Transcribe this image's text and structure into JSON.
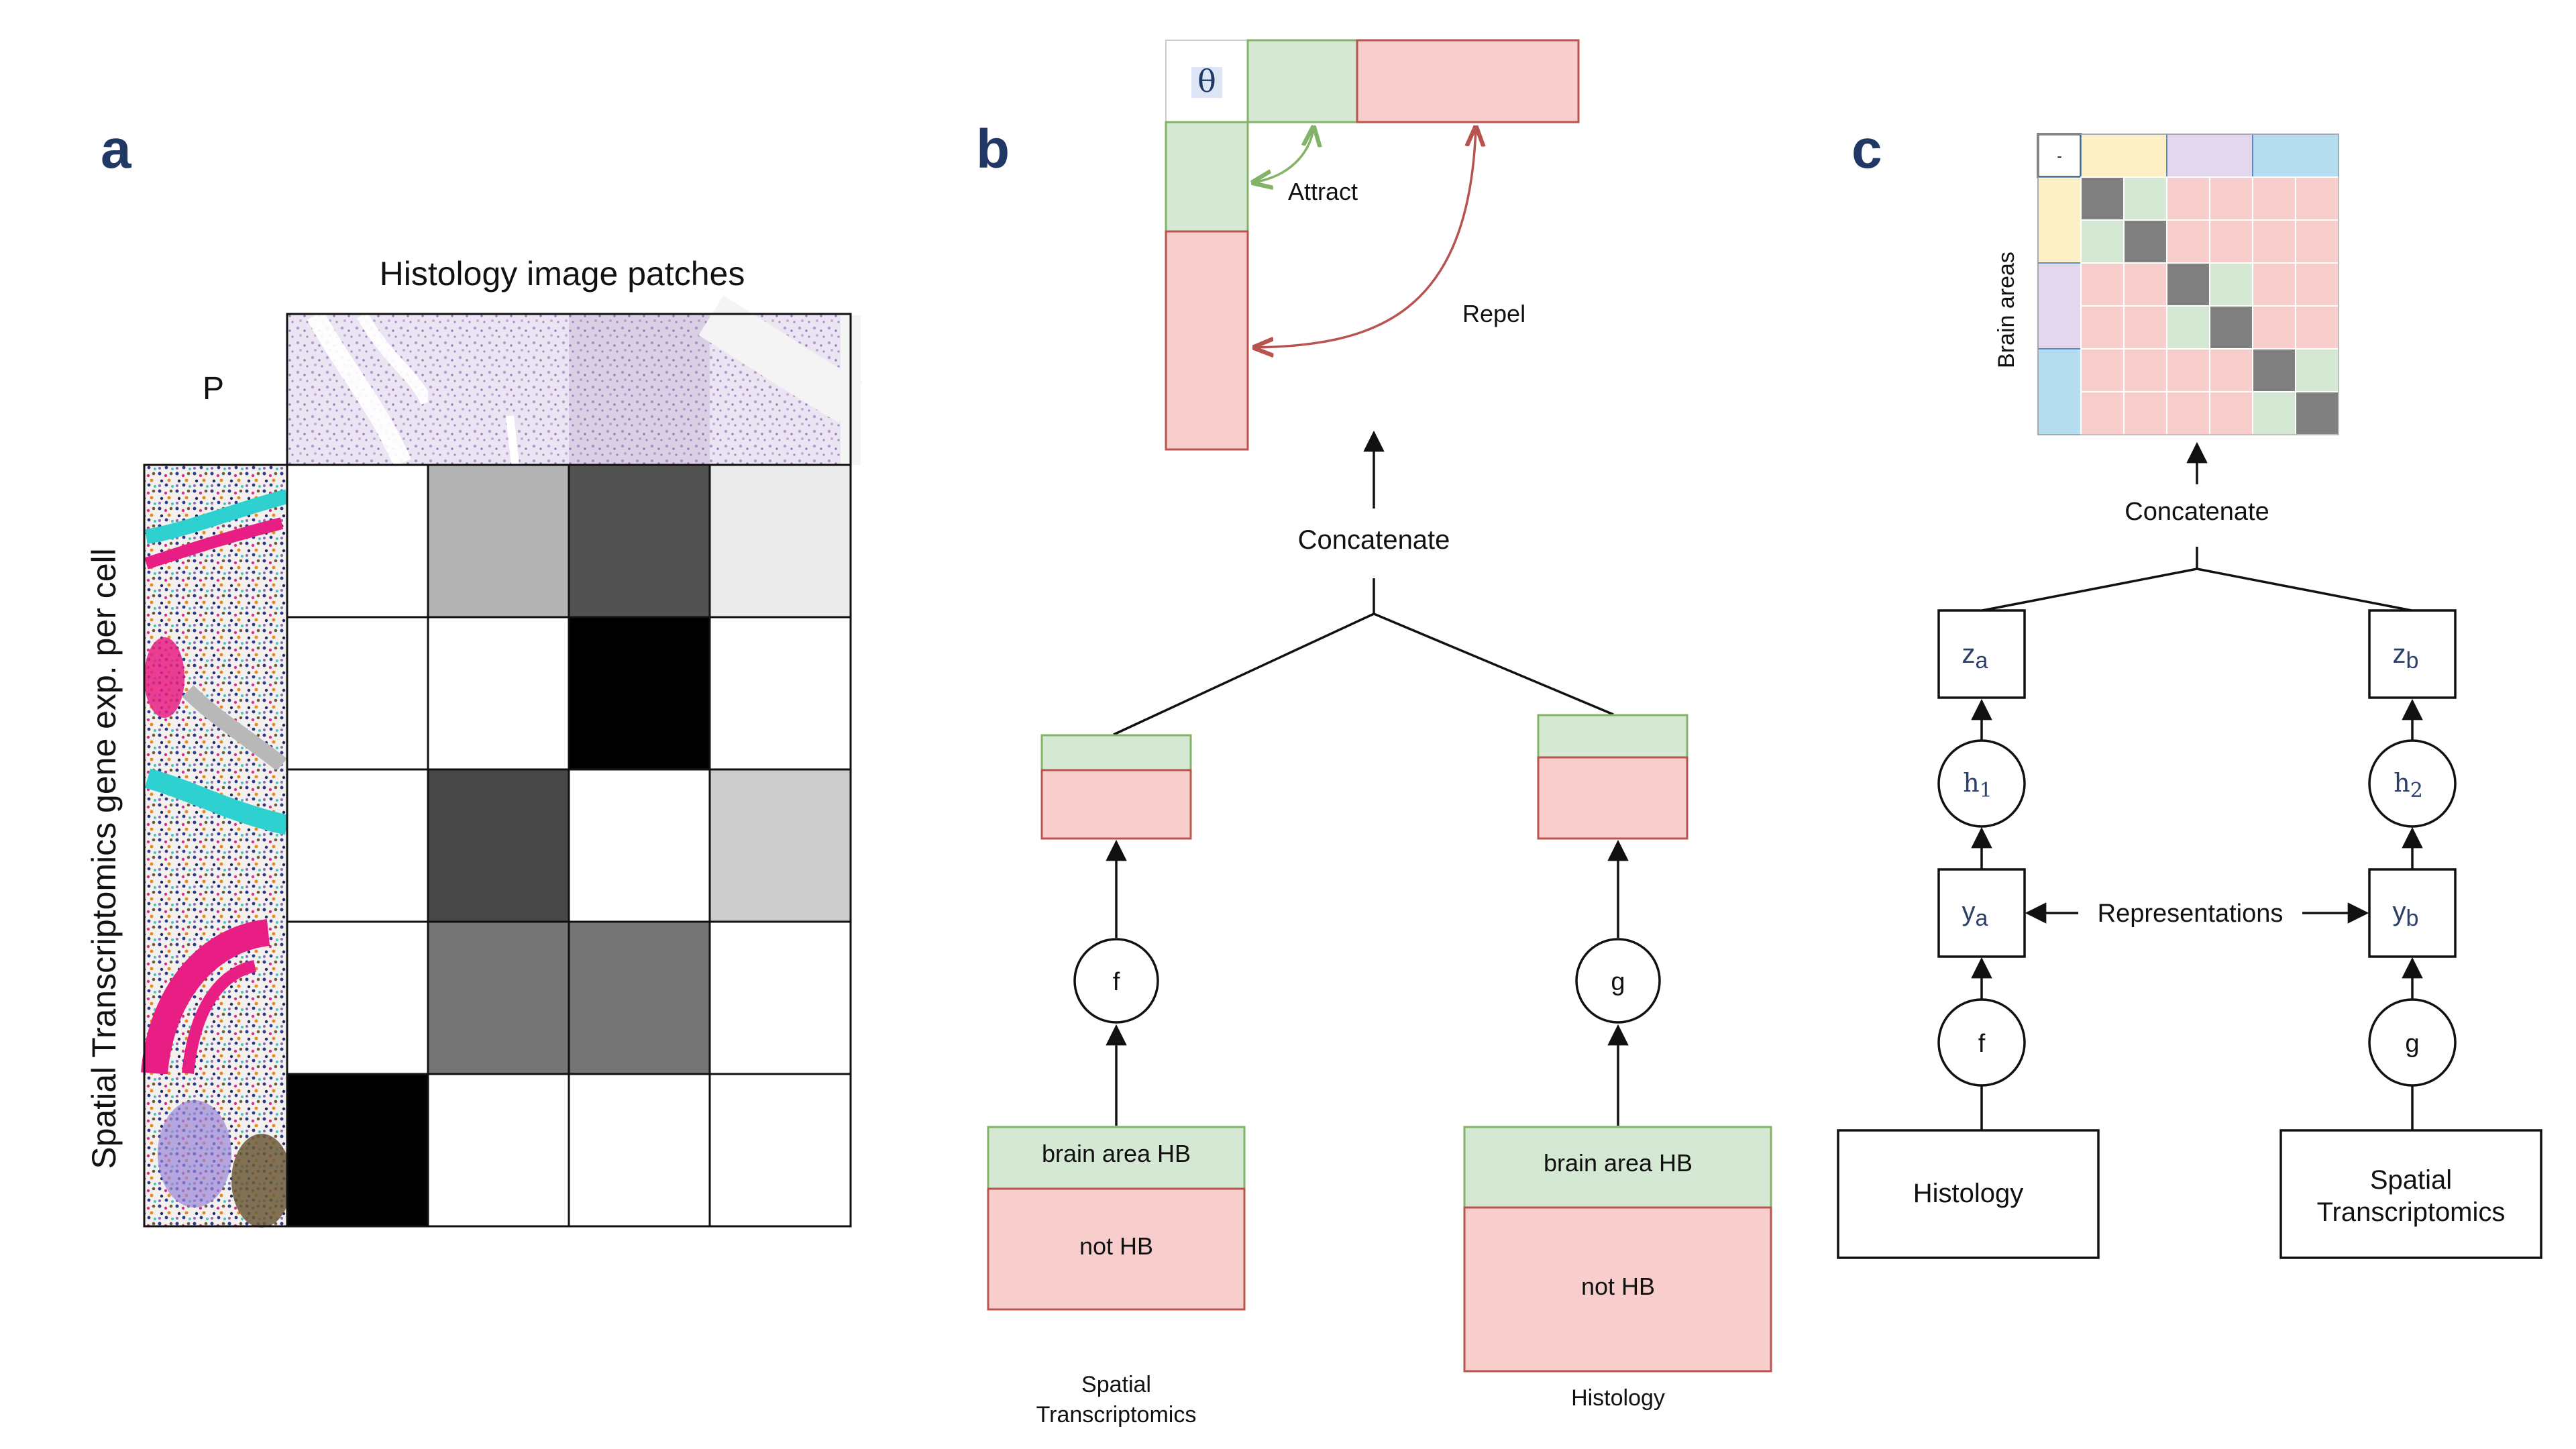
{
  "panels": {
    "a": {
      "letter": "a",
      "col_header": "Histology image patches",
      "row_header": "Spatial Transcriptomics gene exp. per cell",
      "corner_label": "P",
      "matrix_intensity": [
        [
          0.0,
          0.3,
          0.68,
          0.08
        ],
        [
          0.0,
          0.0,
          1.0,
          0.0
        ],
        [
          0.0,
          0.72,
          0.0,
          0.2
        ],
        [
          0.0,
          0.54,
          0.54,
          0.0
        ],
        [
          1.0,
          0.0,
          0.0,
          0.0
        ]
      ]
    },
    "b": {
      "letter": "b",
      "theta_label": "θ",
      "attract_label": "Attract",
      "repel_label": "Repel",
      "concatenate_label": "Concatenate",
      "left_fn": "f",
      "right_fn": "g",
      "left_top_label": "brain area HB",
      "left_bottom_label": "not HB",
      "right_top_label": "brain area HB",
      "right_bottom_label": "not HB",
      "left_caption_line1": "Spatial",
      "left_caption_line2": "Transcriptomics",
      "right_caption": "Histology"
    },
    "c": {
      "letter": "c",
      "corner_symbol": "-",
      "brain_areas_label": "Brain areas",
      "concatenate_label": "Concatenate",
      "za_main": "z",
      "za_sub": "a",
      "zb_main": "z",
      "zb_sub": "b",
      "h1_main": "h",
      "h1_sub": "1",
      "h2_main": "h",
      "h2_sub": "2",
      "ya_main": "y",
      "ya_sub": "a",
      "yb_main": "y",
      "yb_sub": "b",
      "representations_label": "Representations",
      "left_fn": "f",
      "right_fn": "g",
      "left_input": "Histology",
      "right_input_line1": "Spatial",
      "right_input_line2": "Transcriptomics",
      "header_colors": [
        "#fdf0c7",
        "#e2d7ec",
        "#b6dcef"
      ],
      "matrix_pattern": [
        [
          "d",
          "g",
          "r",
          "r",
          "r",
          "r"
        ],
        [
          "g",
          "d",
          "r",
          "r",
          "r",
          "r"
        ],
        [
          "r",
          "r",
          "d",
          "g",
          "r",
          "r"
        ],
        [
          "r",
          "r",
          "g",
          "d",
          "r",
          "r"
        ],
        [
          "r",
          "r",
          "r",
          "r",
          "d",
          "g"
        ],
        [
          "r",
          "r",
          "r",
          "r",
          "g",
          "d"
        ]
      ]
    }
  },
  "colors": {
    "green": "#d5e8d4",
    "green_border": "#82b366",
    "red": "#f8cecc",
    "red_border": "#b85450",
    "dark_cell": "#808080",
    "letter": "#1f3864"
  }
}
